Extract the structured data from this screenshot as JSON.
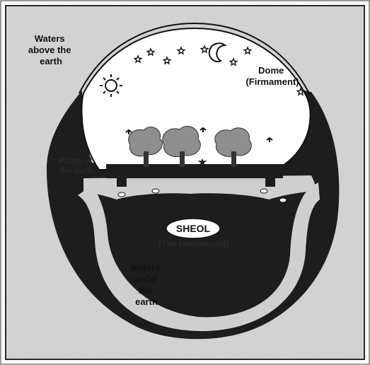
{
  "labels": {
    "waters_above": [
      "Waters",
      "above the",
      "earth"
    ],
    "dome": [
      "Dome",
      "(Firmament)"
    ],
    "pillars": [
      "Pillars of",
      "the earth"
    ],
    "sheol": "SHEOL",
    "underworld": "(The Underworld)",
    "waters_under": [
      "Waters",
      "under",
      "the",
      "earth"
    ]
  },
  "colors": {
    "background": "#d4d4d4",
    "dark_mass": "#1d1d1d",
    "sky": "#ffffff",
    "waters": "#cfcfcf",
    "trees": "#8e8e8e",
    "outline": "#111111"
  },
  "icons": [
    "sun-icon",
    "moon-icon",
    "star-icon",
    "bird-icon",
    "fish-icon",
    "tree-icon"
  ]
}
